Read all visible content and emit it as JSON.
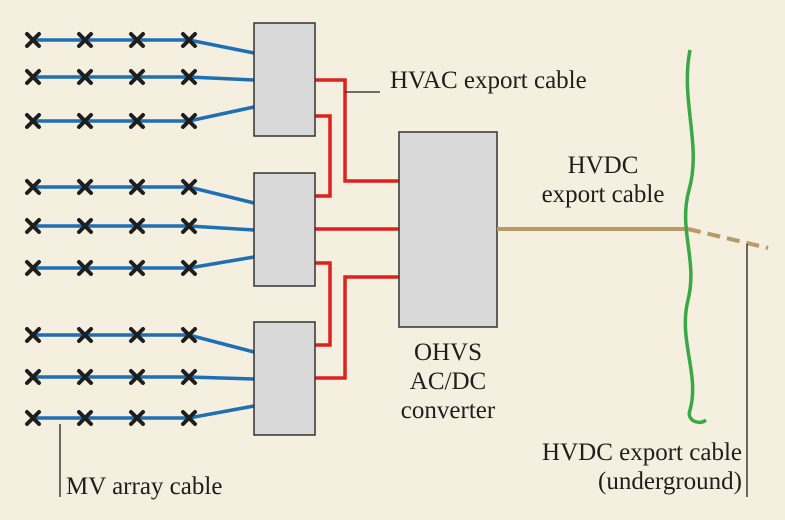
{
  "labels": {
    "hvac_export_cable": "HVAC export cable",
    "hvdc_export_cable_line1": "HVDC",
    "hvdc_export_cable_line2": "export cable",
    "converter_line1": "OHVS",
    "converter_line2": "AC/DC",
    "converter_line3": "converter",
    "hvdc_underground_line1": "HVDC export cable",
    "hvdc_underground_line2": "(underground)",
    "mv_array_cable": "MV array cable"
  },
  "colors": {
    "background": "#f5efdf",
    "mv_array_cable": "#1f6fb5",
    "hvac_cable": "#e0201c",
    "hvdc_cable": "#b89968",
    "coastline": "#3aa845",
    "box_fill": "#d9d9d9",
    "box_stroke": "#333333",
    "text": "#1e1e1e"
  },
  "icons": {
    "turbine": "wind-turbine-x-icon"
  },
  "counts": {
    "substation_groups": 3,
    "strings_per_group": 3,
    "turbines_per_string": 4
  }
}
